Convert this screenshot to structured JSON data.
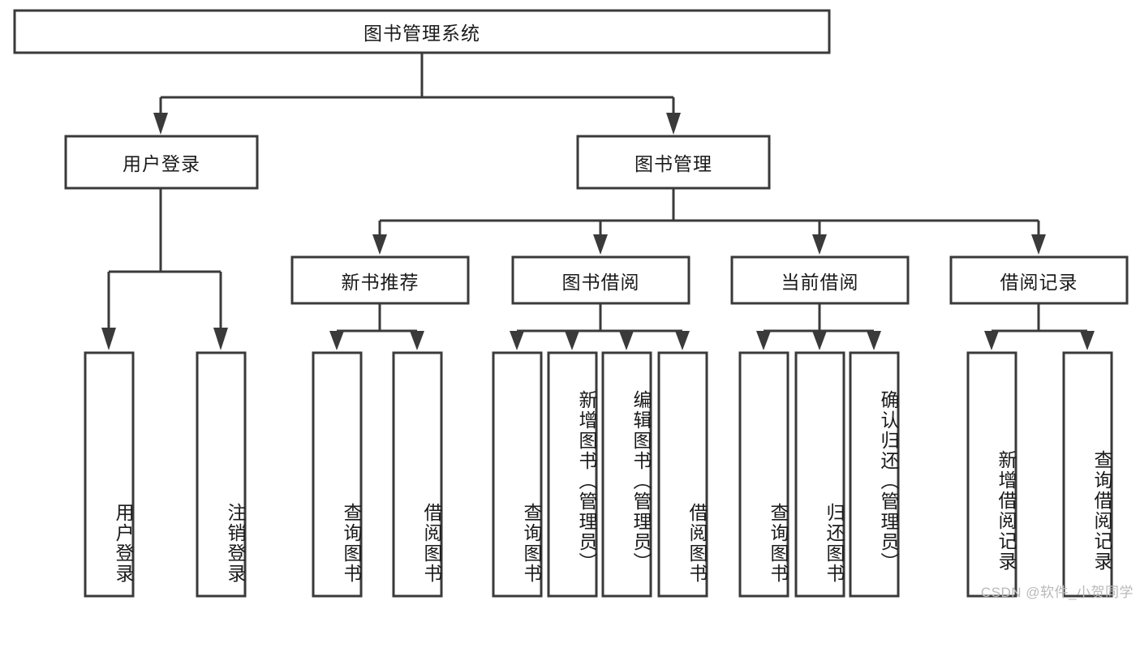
{
  "diagram": {
    "type": "tree-hierarchy",
    "title": "图书管理系统",
    "background_color": "#ffffff",
    "line_color": "#3a3a3a",
    "text_color": "#1a1a1a",
    "box_fill": "#ffffff",
    "root": {
      "label": "图书管理系统",
      "orientation": "horizontal"
    },
    "level2": [
      {
        "label": "用户登录",
        "orientation": "horizontal"
      },
      {
        "label": "图书管理",
        "orientation": "horizontal"
      }
    ],
    "level3": [
      {
        "label": "新书推荐",
        "orientation": "horizontal"
      },
      {
        "label": "图书借阅",
        "orientation": "horizontal"
      },
      {
        "label": "当前借阅",
        "orientation": "horizontal"
      },
      {
        "label": "借阅记录",
        "orientation": "horizontal"
      }
    ],
    "leaves": {
      "user_login": [
        {
          "label": "用户登录",
          "orientation": "vertical"
        },
        {
          "label": "注销登录",
          "orientation": "vertical"
        }
      ],
      "new_book_recommend": [
        {
          "label": "查询图书",
          "orientation": "vertical"
        },
        {
          "label": "借阅图书",
          "orientation": "vertical"
        }
      ],
      "book_borrow": [
        {
          "label": "查询图书",
          "orientation": "vertical"
        },
        {
          "label": "新增图书（管理员）",
          "orientation": "vertical"
        },
        {
          "label": "编辑图书（管理员）",
          "orientation": "vertical"
        },
        {
          "label": "借阅图书",
          "orientation": "vertical"
        }
      ],
      "current_borrow": [
        {
          "label": "查询图书",
          "orientation": "vertical"
        },
        {
          "label": "归还图书",
          "orientation": "vertical"
        },
        {
          "label": "确认归还（管理员）",
          "orientation": "vertical"
        }
      ],
      "borrow_record": [
        {
          "label": "新增借阅记录",
          "orientation": "vertical"
        },
        {
          "label": "查询借阅记录",
          "orientation": "vertical"
        }
      ]
    },
    "watermark": "CSDN @软件_小贺同学"
  }
}
